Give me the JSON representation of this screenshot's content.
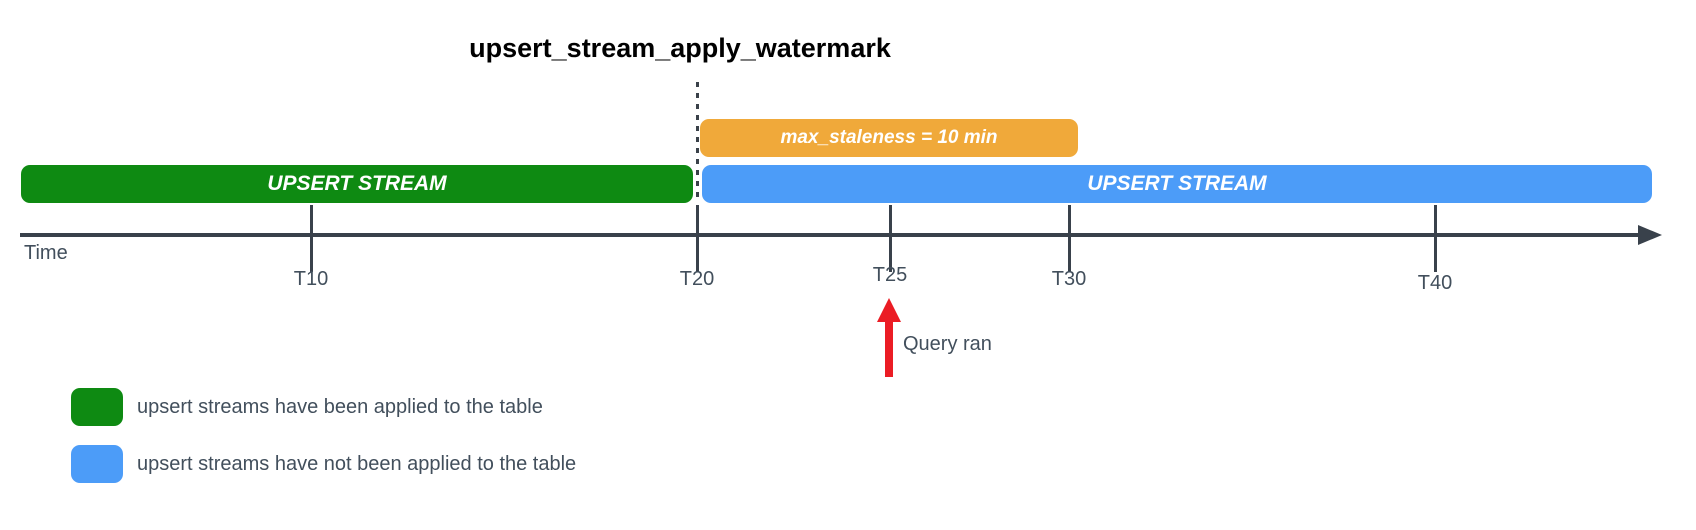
{
  "title": "upsert_stream_apply_watermark",
  "colors": {
    "applied_green": "#0E8A12",
    "pending_blue": "#4C9CF8",
    "staleness_orange": "#F0A93A",
    "query_arrow_red": "#EB1C24",
    "axis_dark": "#39414B",
    "label_gray": "#424F5C"
  },
  "bars": {
    "applied": {
      "label": "UPSERT STREAM"
    },
    "pending": {
      "label": "UPSERT STREAM"
    },
    "staleness": {
      "label": "max_staleness = 10 min"
    }
  },
  "timeline": {
    "axis_label": "Time",
    "ticks": [
      {
        "label": "T10"
      },
      {
        "label": "T20"
      },
      {
        "label": "T25"
      },
      {
        "label": "T30"
      },
      {
        "label": "T40"
      }
    ]
  },
  "annotations": {
    "watermark_line": "dotted vertical line at T20",
    "query_ran": "Query ran"
  },
  "legend": [
    {
      "color": "#0E8A12",
      "label": "upsert streams have been applied to the table"
    },
    {
      "color": "#4C9CF8",
      "label": "upsert streams have not been applied to the table"
    }
  ]
}
